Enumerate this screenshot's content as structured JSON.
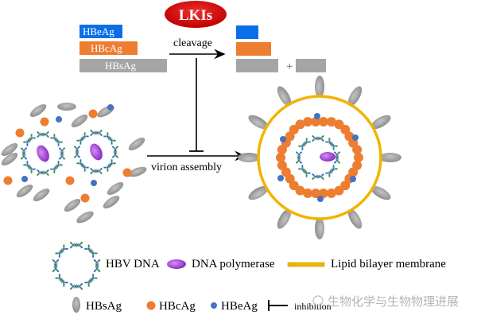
{
  "diagram": {
    "inhibitor": {
      "label": "LKIs",
      "color": "#e31a1c"
    },
    "cleavage": {
      "label": "cleavage",
      "inputs": [
        {
          "label": "HBeAg",
          "color": "#0b6fe8"
        },
        {
          "label": "HBcAg",
          "color": "#ed7d31"
        },
        {
          "label": "HBsAg",
          "color": "#a5a5a5"
        }
      ],
      "plus": "+"
    },
    "assembly": {
      "label": "virion assembly"
    },
    "legend": {
      "hbv_dna": "HBV DNA",
      "dna_polymerase": "DNA polymerase",
      "lipid_membrane": "Lipid bilayer membrane",
      "hbsag": "HBsAg",
      "hbcag": "HBcAg",
      "hbeag": "HBeAg",
      "inhibition": "inhibition"
    },
    "colors": {
      "hbsag": "#a0a0a0",
      "hbcag": "#ed7d31",
      "hbeag": "#4472c4",
      "polymerase": "#b04adf",
      "membrane": "#f0b400",
      "dna_green": "#2e8b3a",
      "dna_blue": "#1f6fbf"
    },
    "watermark": "生物化学与生物物理进展"
  }
}
